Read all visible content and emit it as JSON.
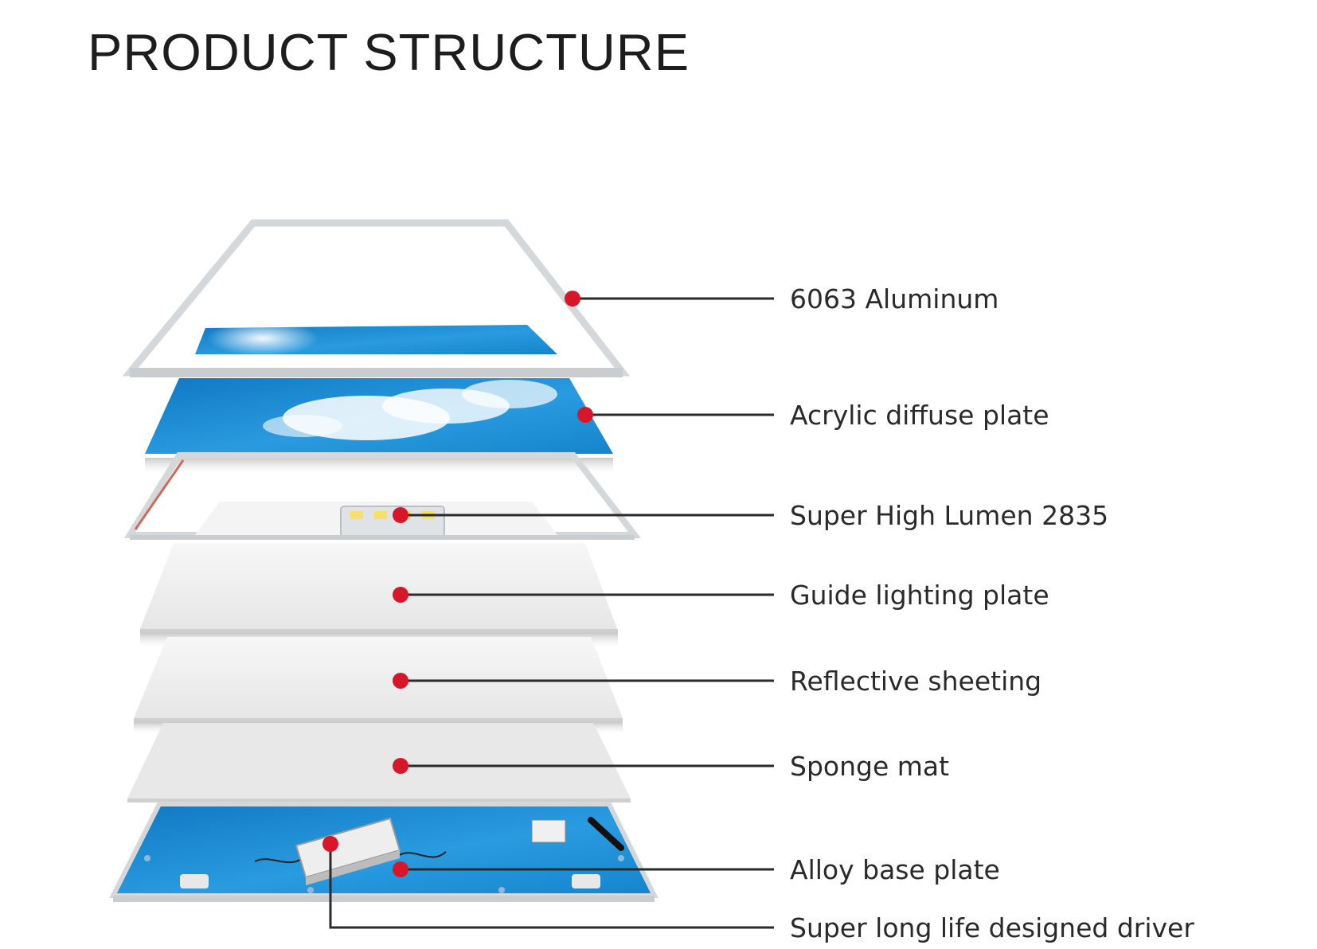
{
  "title": "PRODUCT STRUCTURE",
  "colors": {
    "marker": "#d7162a",
    "leader": "#2b2b2b",
    "frame": "#d3d6d8",
    "sky_dark": "#1e8fd1",
    "sky_light": "#7fc7ef",
    "sheet": "#f2f2f2"
  },
  "layers": [
    {
      "label": "6063 Aluminum"
    },
    {
      "label": "Acrylic diffuse plate"
    },
    {
      "label": "Super High Lumen 2835"
    },
    {
      "label": "Guide lighting plate"
    },
    {
      "label": "Reflective sheeting"
    },
    {
      "label": "Sponge mat"
    },
    {
      "label": "Alloy base plate"
    },
    {
      "label": "Super long life designed driver"
    }
  ]
}
